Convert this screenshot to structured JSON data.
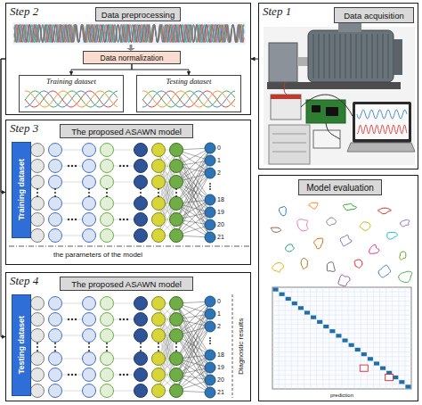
{
  "diagram": {
    "nodes": [
      {
        "text": [
          "Step 2"
        ]
      },
      {
        "text": [
          "Data preprocessing"
        ],
        "in": 0
      },
      {
        "text": [
          "Data normalization"
        ],
        "in": 0
      },
      {
        "text": [
          "Training dataset"
        ],
        "in": 0
      },
      {
        "text": [
          "Testing dataset"
        ],
        "in": 0
      },
      {
        "text": [
          "Step 1"
        ]
      },
      {
        "text": [
          "Data acquisition"
        ],
        "in": 5
      },
      {
        "text": [
          "Step 3"
        ]
      },
      {
        "text": [
          "The proposed ASAWN model"
        ],
        "in": 7
      },
      {
        "text": [
          "Training dataset"
        ],
        "in": 7
      },
      {
        "text": [
          "Step 4"
        ]
      },
      {
        "text": [
          "The proposed ASAWN model"
        ],
        "in": 10
      },
      {
        "text": [
          "Testing dataset"
        ],
        "in": 10
      },
      {
        "text": [
          "Model evaluation"
        ]
      }
    ],
    "edges": [
      {
        "from": 5,
        "to": 0,
        "arrow": "to"
      },
      {
        "from": 0,
        "to": 7,
        "arrow": "to"
      },
      {
        "from": 0,
        "to": 10,
        "arrow": "to"
      },
      {
        "from": 2,
        "to": 3,
        "arrow": "to"
      },
      {
        "from": 2,
        "to": 4,
        "arrow": "to"
      }
    ],
    "labels": [
      "0",
      "1",
      "2",
      "18",
      "19",
      "20",
      "21",
      "the parameters of the model",
      "0",
      "1",
      "2",
      "18",
      "19",
      "20",
      "21",
      "Diagnostic results",
      "prediction"
    ]
  }
}
